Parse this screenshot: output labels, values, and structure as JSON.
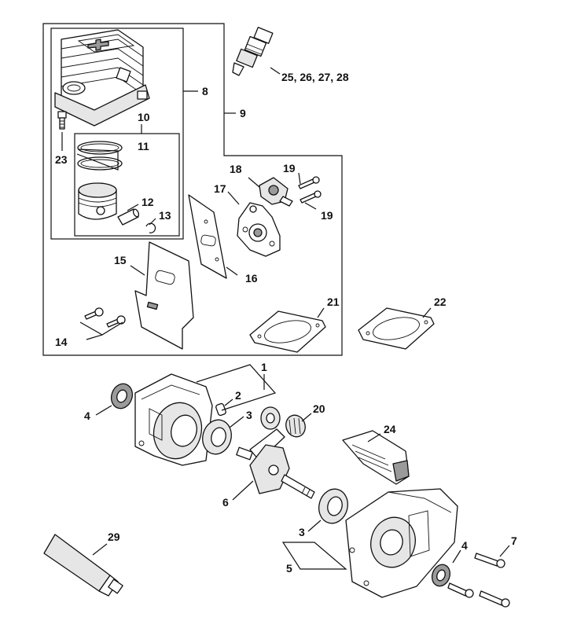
{
  "labels": {
    "l1": "1",
    "l2": "2",
    "l3a": "3",
    "l3b": "3",
    "l4a": "4",
    "l4b": "4",
    "l5": "5",
    "l6": "6",
    "l7": "7",
    "l8": "8",
    "l9": "9",
    "l10": "10",
    "l11": "11",
    "l12": "12",
    "l13": "13",
    "l14": "14",
    "l15": "15",
    "l16": "16",
    "l17": "17",
    "l18": "18",
    "l19a": "19",
    "l19b": "19",
    "l20": "20",
    "l21": "21",
    "l22": "22",
    "l23": "23",
    "l24": "24",
    "l25": "25, 26, 27,  28",
    "l29": "29"
  }
}
